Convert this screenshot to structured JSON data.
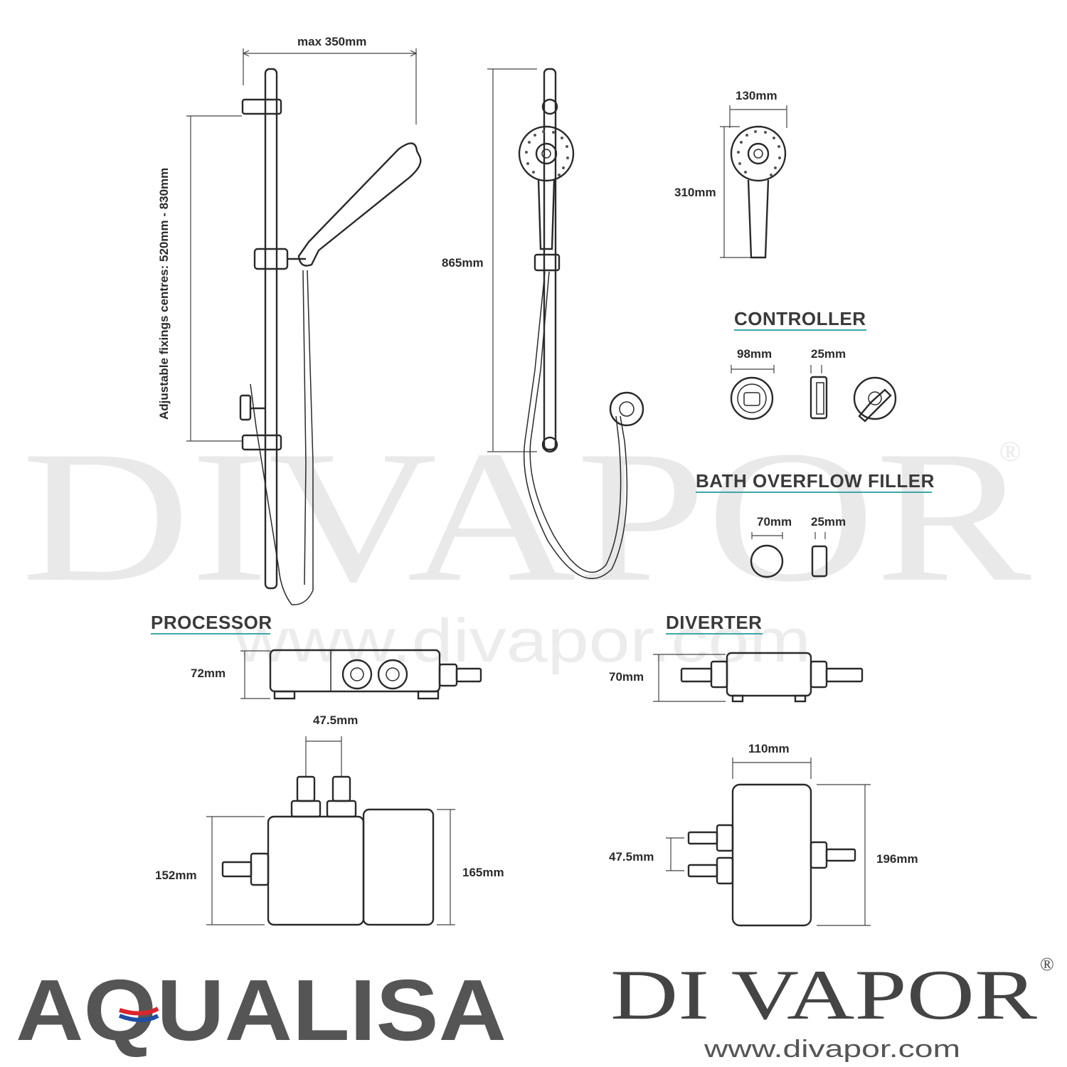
{
  "watermark": {
    "big": "DIVAPOR",
    "reg": "®",
    "url": "www.divapor.com"
  },
  "shower_rail": {
    "width_label": "max 350mm",
    "fixings_label": "Adjustable fixings centres:  520mm - 830mm"
  },
  "front_view": {
    "height_label": "865mm"
  },
  "handset": {
    "width_label": "130mm",
    "height_label": "310mm"
  },
  "controller": {
    "heading": "CONTROLLER",
    "width_label": "98mm",
    "depth_label": "25mm"
  },
  "bath_filler": {
    "heading": "BATH OVERFLOW FILLER",
    "width_label": "70mm",
    "depth_label": "25mm"
  },
  "processor": {
    "heading": "PROCESSOR",
    "depth_label": "72mm",
    "inlet_spacing_label": "47.5mm",
    "height_left_label": "152mm",
    "height_right_label": "165mm"
  },
  "diverter": {
    "heading": "DIVERTER",
    "depth_label": "70mm",
    "width_label": "110mm",
    "outlet_spacing_label": "47.5mm",
    "height_label": "196mm"
  },
  "brands": {
    "left": "AQUALISA",
    "right": "DI VAPOR",
    "right_reg": "®",
    "right_url": "www.divapor.com"
  },
  "colors": {
    "accent_underline": "#3fa7a9",
    "brand_grey": "#555555",
    "q_red": "#d9262e",
    "q_blue": "#1f4fa3"
  }
}
